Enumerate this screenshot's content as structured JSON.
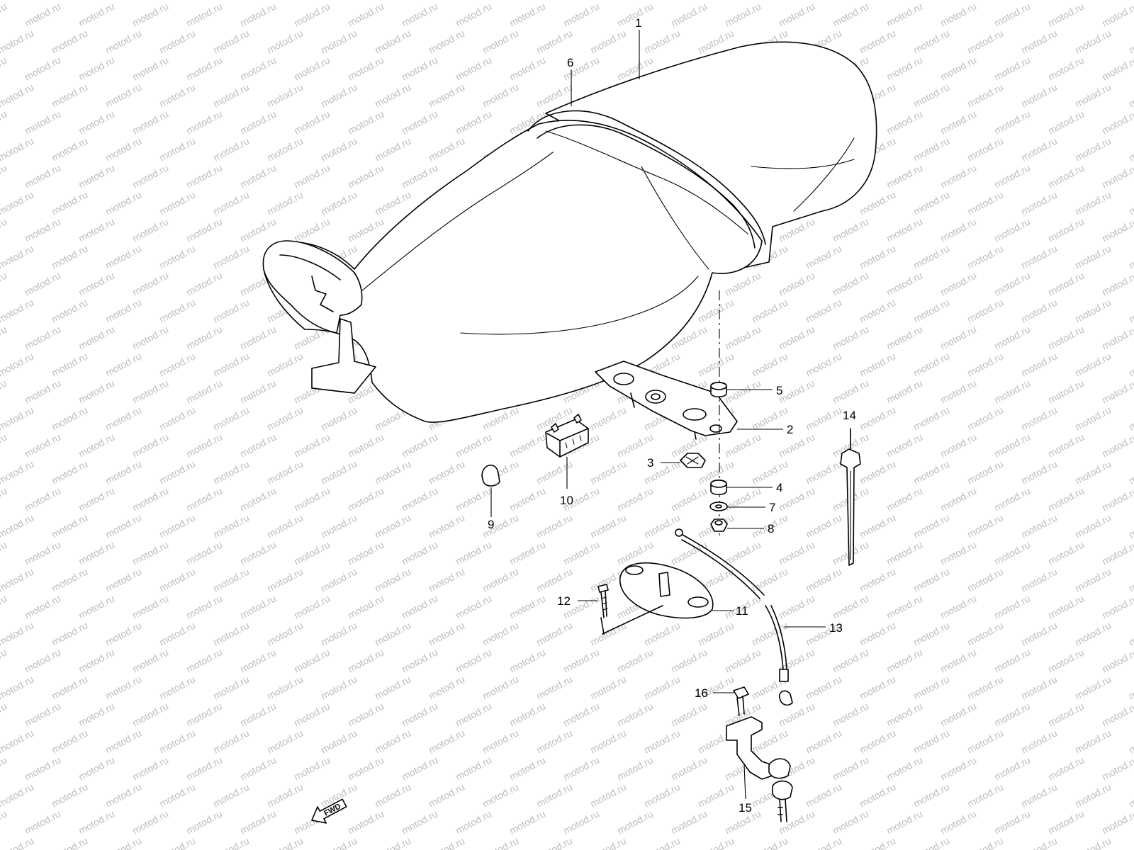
{
  "watermark": {
    "text": "motod.ru",
    "color": "#bdbdbd"
  },
  "fwd_label": "FWD",
  "callouts": [
    {
      "id": "p1",
      "label": "1"
    },
    {
      "id": "p2",
      "label": "2"
    },
    {
      "id": "p3",
      "label": "3"
    },
    {
      "id": "p4",
      "label": "4"
    },
    {
      "id": "p5",
      "label": "5"
    },
    {
      "id": "p6",
      "label": "6"
    },
    {
      "id": "p7",
      "label": "7"
    },
    {
      "id": "p8",
      "label": "8"
    },
    {
      "id": "p9",
      "label": "9"
    },
    {
      "id": "p10",
      "label": "10"
    },
    {
      "id": "p11",
      "label": "11"
    },
    {
      "id": "p12",
      "label": "12"
    },
    {
      "id": "p13",
      "label": "13"
    },
    {
      "id": "p14",
      "label": "14"
    },
    {
      "id": "p15",
      "label": "15"
    },
    {
      "id": "p16",
      "label": "16"
    }
  ],
  "colors": {
    "line": "#000000",
    "background": "#ffffff"
  }
}
